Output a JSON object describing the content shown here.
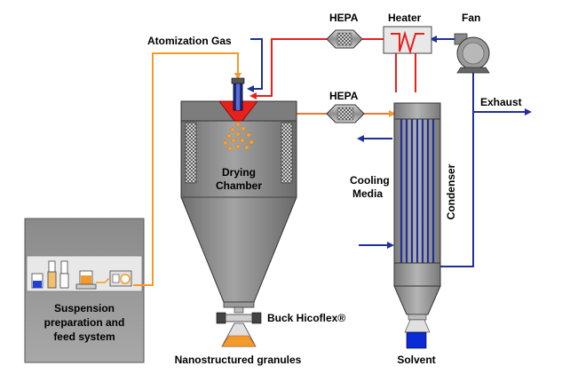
{
  "labels": {
    "atomization_gas": "Atomization Gas",
    "hepa_top": "HEPA",
    "heater": "Heater",
    "fan": "Fan",
    "hepa_mid": "HEPA",
    "exhaust": "Exhaust",
    "drying_chamber_line1": "Drying",
    "drying_chamber_line2": "Chamber",
    "cooling_media_line1": "Cooling",
    "cooling_media_line2": "Media",
    "condenser": "Condenser",
    "suspension_line1": "Suspension",
    "suspension_line2": "preparation and",
    "suspension_line3": "feed system",
    "valve": "Buck Hicoflex®",
    "granules": "Nanostructured granules",
    "solvent": "Solvent"
  },
  "colors": {
    "hot_gas_line": "#e8201c",
    "atomization_gas_line": "#f39a2b",
    "cold_line": "#1f2f9b",
    "chamber_fill": "#8c8c8c",
    "suspension_box": "#9a9a9a",
    "droplets": "#f5a030",
    "solvent": "#0a2bd6"
  }
}
